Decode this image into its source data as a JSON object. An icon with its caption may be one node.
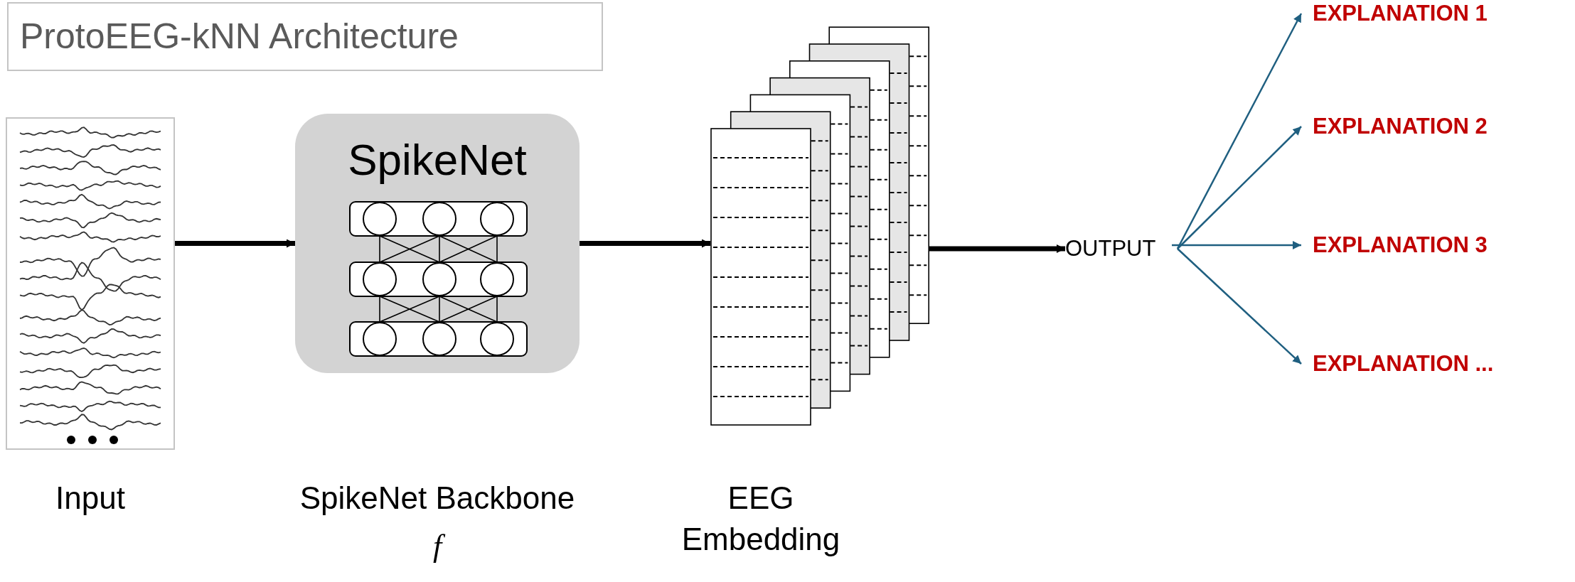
{
  "diagram": {
    "title": "ProtoEEG-kNN Architecture",
    "nodes": [
      {
        "text": [],
        "shape": "picture",
        "beside": [
          "Input"
        ]
      },
      {
        "text": [
          "SpikeNet"
        ],
        "beside": [
          "SpikeNet Backbone",
          "f"
        ]
      },
      {
        "text": [],
        "shape": "picture",
        "beside": [
          "EEG Embedding"
        ]
      },
      {
        "text": [
          "OUTPUT"
        ]
      },
      {
        "text": [
          "EXPLANATION 1"
        ]
      },
      {
        "text": [
          "EXPLANATION 2"
        ]
      },
      {
        "text": [
          "EXPLANATION 3"
        ]
      },
      {
        "text": [
          "EXPLANATION ..."
        ]
      }
    ],
    "edges": [
      {
        "from": 0,
        "to": 1,
        "arrow": "to",
        "style": "thick",
        "color": "#000000"
      },
      {
        "from": 1,
        "to": 2,
        "arrow": "to",
        "style": "thick",
        "color": "#000000"
      },
      {
        "from": 2,
        "to": 3,
        "arrow": "to",
        "style": "thick",
        "color": "#000000"
      },
      {
        "from": 3,
        "to": 4,
        "arrow": "to"
      },
      {
        "from": 3,
        "to": 5,
        "arrow": "to"
      },
      {
        "from": 3,
        "to": 6,
        "arrow": "to"
      },
      {
        "from": 3,
        "to": 7,
        "arrow": "to"
      }
    ]
  }
}
